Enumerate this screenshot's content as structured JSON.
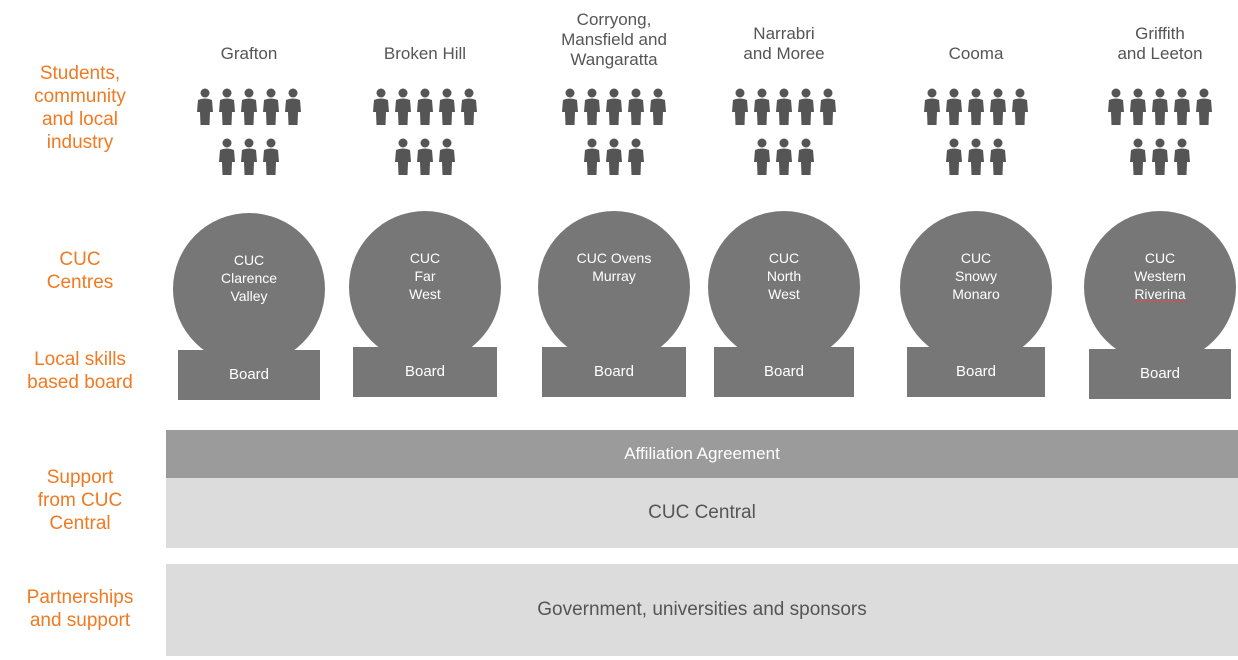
{
  "rows": {
    "community": "Students,\ncommunity\nand local\nindustry",
    "centres": "CUC\nCentres",
    "board": "Local skills\nbased board",
    "support": "Support\nfrom CUC\nCentral",
    "partnerships": "Partnerships\nand support"
  },
  "columns": [
    {
      "location": "Grafton",
      "centre": "CUC\nClarence\nValley",
      "board": "Board"
    },
    {
      "location": "Broken Hill",
      "centre": "CUC\nFar\nWest",
      "board": "Board"
    },
    {
      "location": "Corryong,\nMansfield and\nWangaratta",
      "centre": "CUC Ovens\nMurray",
      "board": "Board"
    },
    {
      "location": "Narrabri\nand Moree",
      "centre": "CUC\nNorth\nWest",
      "board": "Board"
    },
    {
      "location": "Cooma",
      "centre": "CUC\nSnowy\nMonaro",
      "board": "Board"
    },
    {
      "location": "Griffith\nand Leeton",
      "centre": "CUC\nWestern\nRiverina",
      "board": "Board"
    }
  ],
  "affiliation": "Affiliation Agreement",
  "central": "CUC Central",
  "partners": "Government, universities and sponsors",
  "colors": {
    "accent": "#f07a22",
    "dark_gray": "#777777",
    "mid_gray": "#9b9b9b",
    "light_gray": "#dcdcdc",
    "icon": "#555555"
  },
  "icons": {
    "person": "person-icon"
  }
}
